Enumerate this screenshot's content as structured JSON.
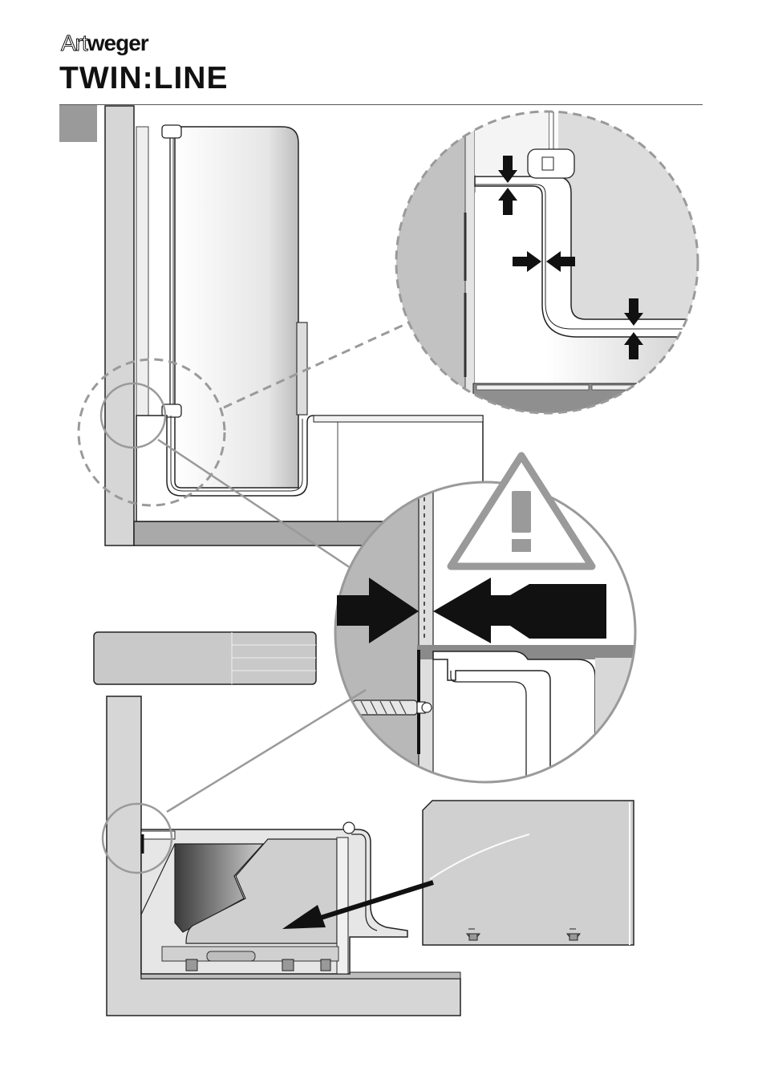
{
  "header": {
    "brand_prefix": "Art",
    "brand_suffix": "weger",
    "product_name": "TWIN:LINE"
  },
  "colors": {
    "wall": "#d6d6d6",
    "floor": "#a9a9a9",
    "outline": "#222222",
    "dashed_circle": "#9a9a9a",
    "warning_triangle": "#9a9a9a",
    "step_box": "#9a9a9a"
  },
  "icons": [
    "warning-triangle-icon",
    "arrow-icon",
    "wall-plug-icon"
  ]
}
